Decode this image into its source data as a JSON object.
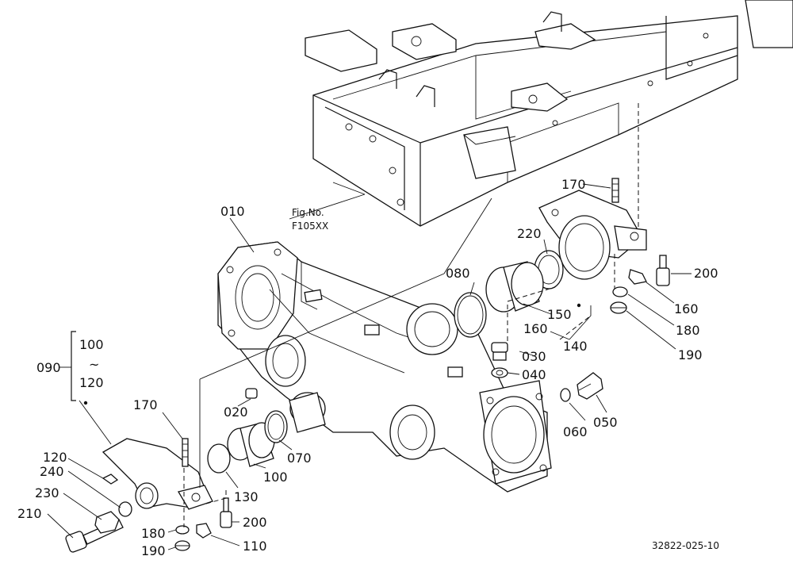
{
  "diagram": {
    "drawing_number": "32822-025-10",
    "figure_reference": {
      "line1": "Fig.No.",
      "line2": "F105XX"
    },
    "group_label": {
      "main": "090",
      "from": "100",
      "range": "~",
      "to": "120"
    },
    "callouts": {
      "c010": "010",
      "c020": "020",
      "c030": "030",
      "c040": "040",
      "c050": "050",
      "c060": "060",
      "c070": "070",
      "c080": "080",
      "c100": "100",
      "c110": "110",
      "c120": "120",
      "c130": "130",
      "c140": "140",
      "c150": "150",
      "c160a": "160",
      "c160b": "160",
      "c170a": "170",
      "c170b": "170",
      "c180a": "180",
      "c180b": "180",
      "c190a": "190",
      "c190b": "190",
      "c200a": "200",
      "c200b": "200",
      "c210": "210",
      "c220": "220",
      "c230": "230",
      "c240": "240"
    }
  }
}
